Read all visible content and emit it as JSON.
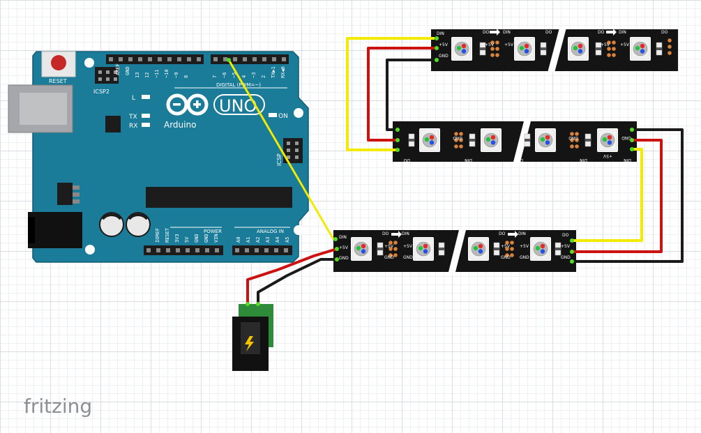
{
  "app_brand": "fritzing",
  "arduino": {
    "name": "Arduino",
    "model": "UNO",
    "reset_label": "RESET",
    "icsp2_label": "ICSP2",
    "icsp_label": "ICSP",
    "led_l": "L",
    "led_tx": "TX",
    "led_rx": "RX",
    "led_on": "ON",
    "aref": "AREF",
    "gnd": "GND",
    "digital_pins": [
      "13",
      "12",
      "~11",
      "~10",
      "~9",
      "8",
      "7",
      "~6",
      "~5",
      "4",
      "~3",
      "2",
      "TX▶1",
      "RX◀0"
    ],
    "digital_label": "DIGITAL (PWM=~)",
    "power_label": "POWER",
    "power_pins": [
      "IOREF",
      "RESET",
      "3V3",
      "5V",
      "GND",
      "GND",
      "VIN"
    ],
    "analog_label": "ANALOG IN",
    "analog_pins": [
      "A0",
      "A1",
      "A2",
      "A3",
      "A4",
      "A5"
    ]
  },
  "strip": {
    "din": "DIN",
    "do": "DO",
    "v5": "+5V",
    "gnd": "GND"
  },
  "wire_colors": {
    "data": "#f2ea00",
    "power": "#cc1111",
    "ground": "#1a1a1a"
  },
  "icons": [
    "led-icon",
    "power-jack-icon",
    "lightning-icon",
    "arrow-right-icon"
  ]
}
